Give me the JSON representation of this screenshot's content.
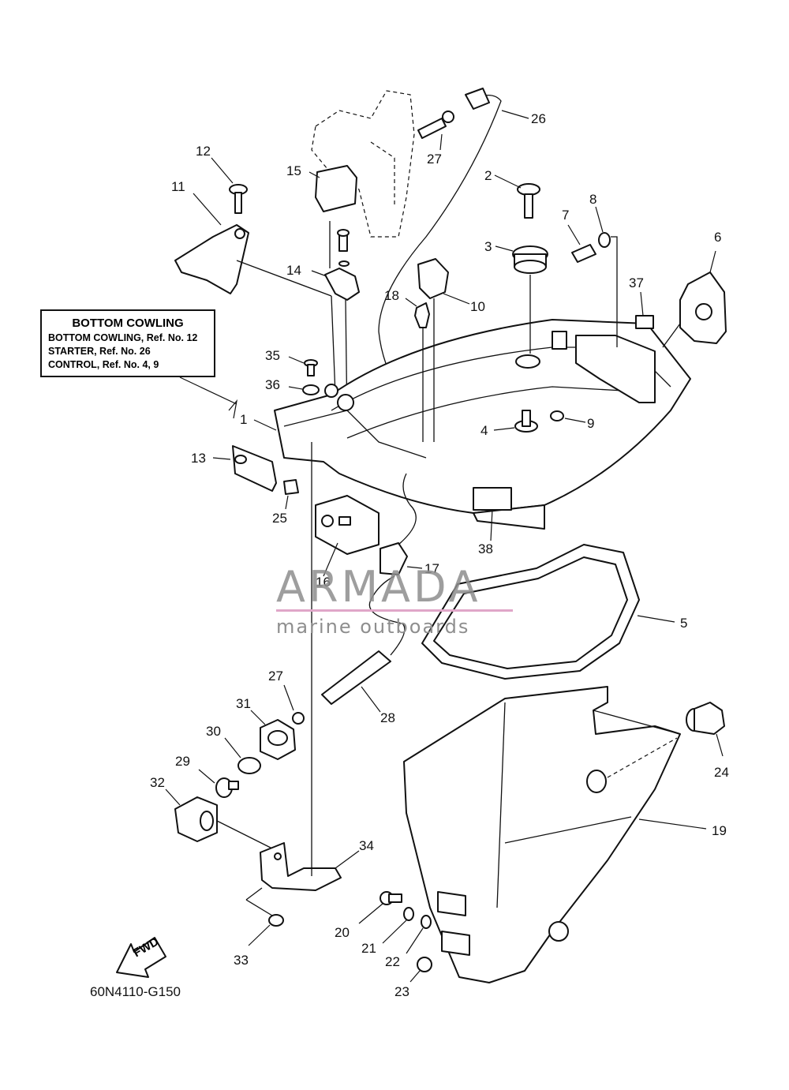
{
  "info_box": {
    "title": "BOTTOM COWLING",
    "lines": [
      "BOTTOM COWLING,  Ref. No. 12",
      "STARTER,  Ref. No. 26",
      "CONTROL,  Ref. No. 4, 9"
    ]
  },
  "part_labels": {
    "p1": "1",
    "p2": "2",
    "p3": "3",
    "p4": "4",
    "p5": "5",
    "p6": "6",
    "p7": "7",
    "p8": "8",
    "p9": "9",
    "p10": "10",
    "p11": "11",
    "p12": "12",
    "p13": "13",
    "p14": "14",
    "p15": "15",
    "p16": "16",
    "p17": "17",
    "p18": "18",
    "p19": "19",
    "p20": "20",
    "p21": "21",
    "p22": "22",
    "p23": "23",
    "p24": "24",
    "p25": "25",
    "p26": "26",
    "p27a": "27",
    "p27b": "27",
    "p28": "28",
    "p29": "29",
    "p30": "30",
    "p31": "31",
    "p32": "32",
    "p33": "33",
    "p34": "34",
    "p35": "35",
    "p36": "36",
    "p37": "37",
    "p38": "38"
  },
  "watermark": {
    "title": "ARMADA",
    "subtitle": "marine outboards",
    "accent_color": "#e0a6c8",
    "text_color": "#8e8e8e"
  },
  "direction_badge": "FWD",
  "diagram_code": "60N4110-G150"
}
